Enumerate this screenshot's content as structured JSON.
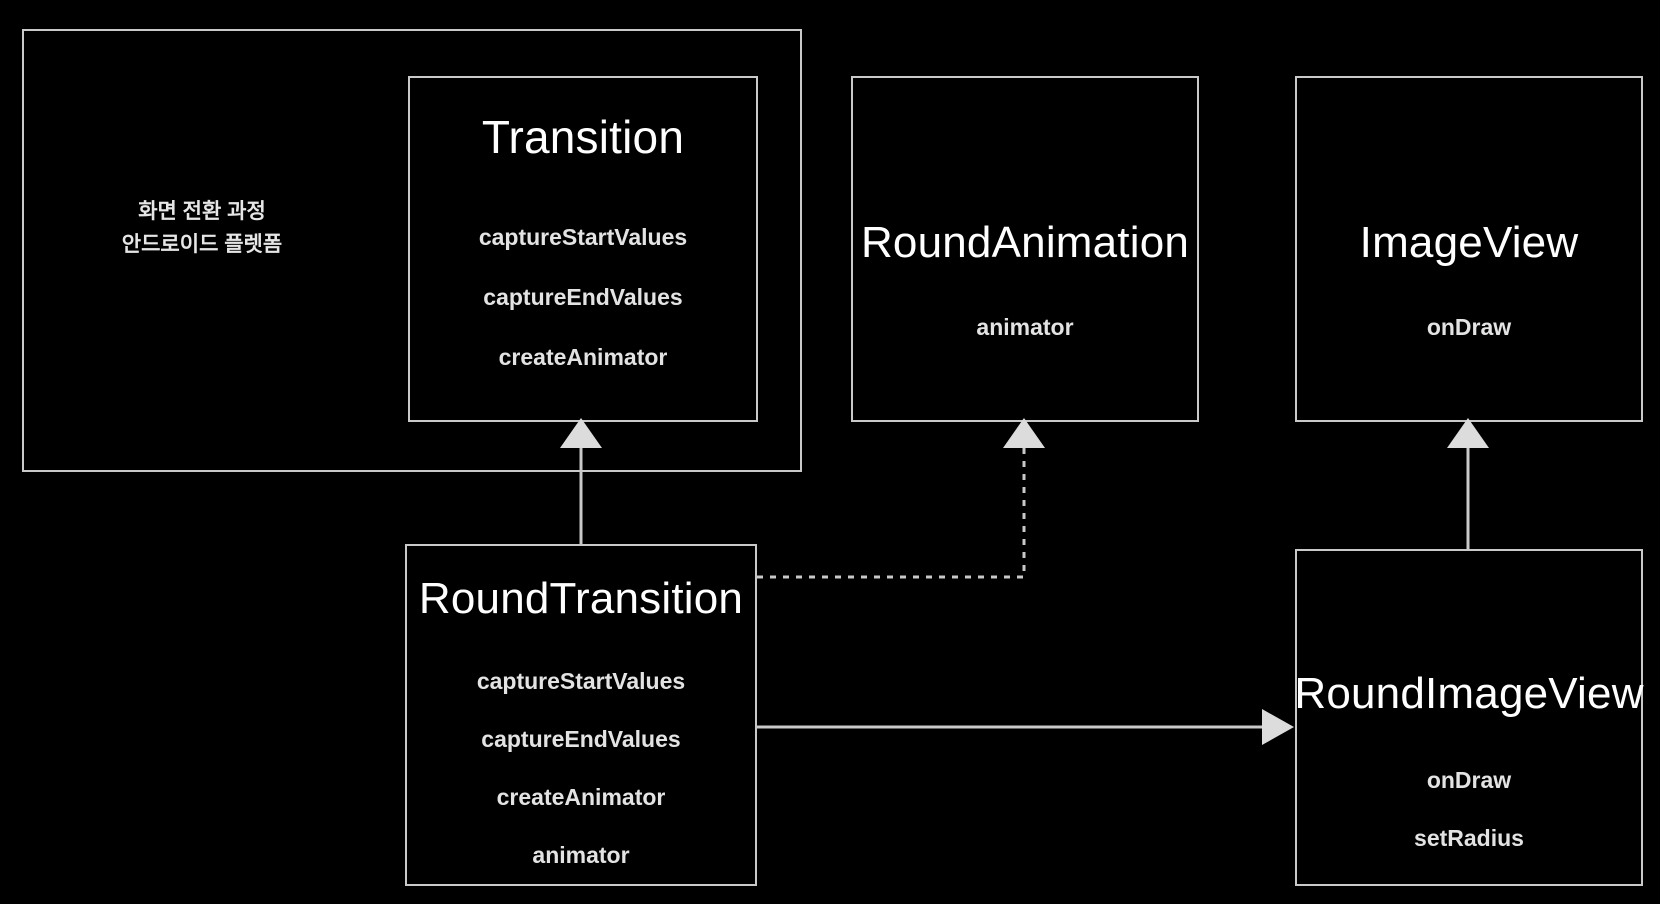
{
  "diagram": {
    "type": "uml-class-diagram",
    "background_color": "#000000",
    "line_color": "#c9c9c9",
    "text_color": "#ffffff",
    "group": {
      "note": "화면 전환 과정\n안드로이드 플렛폼"
    },
    "classes": [
      {
        "id": "transition",
        "name": "Transition",
        "members": [
          "captureStartValues",
          "captureEndValues",
          "createAnimator"
        ]
      },
      {
        "id": "round-animation",
        "name": "RoundAnimation",
        "members": [
          "animator"
        ]
      },
      {
        "id": "image-view",
        "name": "ImageView",
        "members": [
          "onDraw"
        ]
      },
      {
        "id": "round-transition",
        "name": "RoundTransition",
        "members": [
          "captureStartValues",
          "captureEndValues",
          "createAnimator",
          "animator"
        ]
      },
      {
        "id": "round-image-view",
        "name": "RoundImageView",
        "members": [
          "onDraw",
          "setRadius"
        ]
      }
    ],
    "relations": [
      {
        "id": "rel-inherit-transition",
        "from": "round-transition",
        "to": "transition",
        "kind": "generalization",
        "style": "solid",
        "arrow": "hollow-triangle"
      },
      {
        "id": "rel-dependency-animation",
        "from": "round-transition",
        "to": "round-animation",
        "kind": "dependency",
        "style": "dashed",
        "arrow": "hollow-triangle"
      },
      {
        "id": "rel-inherit-imageview",
        "from": "round-image-view",
        "to": "image-view",
        "kind": "generalization",
        "style": "solid",
        "arrow": "hollow-triangle"
      },
      {
        "id": "rel-association-roundimageview",
        "from": "round-transition",
        "to": "round-image-view",
        "kind": "association",
        "style": "solid",
        "arrow": "filled-arrow"
      }
    ]
  }
}
